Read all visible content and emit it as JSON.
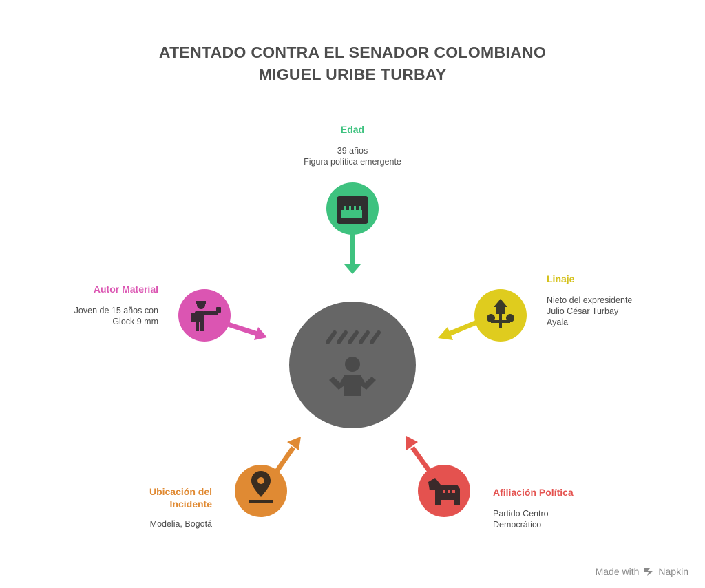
{
  "title": {
    "line1": "ATENTADO CONTRA EL SENADOR COLOMBIANO",
    "line2": "MIGUEL URIBE TURBAY"
  },
  "colors": {
    "center": "#666666",
    "edad": "#3ec27f",
    "linaje": "#dfcc1e",
    "afiliacion": "#e4524f",
    "ubicacion": "#e08a33",
    "autor": "#db55b2"
  },
  "nodes": {
    "edad": {
      "label": "Edad",
      "lines": [
        "39 años",
        "Figura política emergente"
      ],
      "icon": "calendar-cake-icon"
    },
    "linaje": {
      "label": "Linaje",
      "lines": [
        "Nieto del expresidente",
        "Julio César Turbay",
        "Ayala"
      ],
      "icon": "family-tree-icon"
    },
    "afiliacion": {
      "label": "Afiliación Política",
      "lines": [
        "Partido Centro",
        "Democrático"
      ],
      "icon": "donkey-icon"
    },
    "ubicacion": {
      "label_lines": [
        "Ubicación del",
        "Incidente"
      ],
      "lines": [
        "Modelia, Bogotá"
      ],
      "icon": "location-pin-icon"
    },
    "autor": {
      "label": "Autor Material",
      "lines": [
        "Joven de 15 años con",
        "Glock 9 mm"
      ],
      "icon": "shooter-icon"
    }
  },
  "center": {
    "icon": "distressed-person-rain-icon"
  },
  "footer": {
    "made_with": "Made with",
    "brand": "Napkin"
  }
}
